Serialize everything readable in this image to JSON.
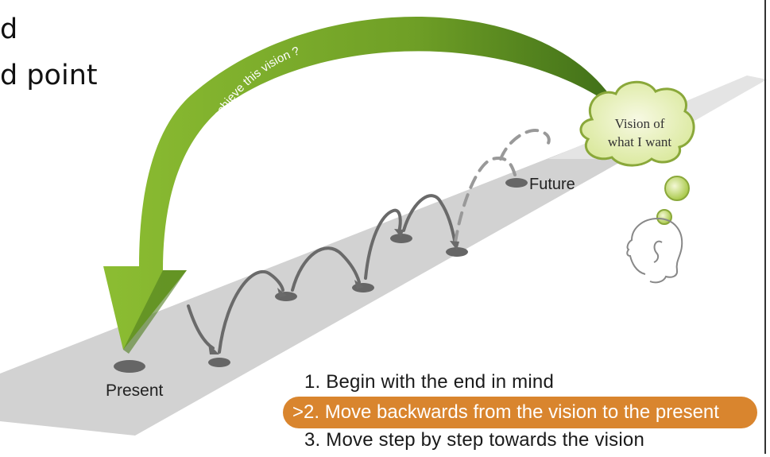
{
  "corner_text": {
    "line1": "d",
    "line2": "d point"
  },
  "diagram": {
    "arrow_text": "What do I do today to achieve this vision ?",
    "cloud_line1": "Vision of",
    "cloud_line2": "what I want",
    "present_label": "Present",
    "future_label": "Future"
  },
  "steps": {
    "step1": "1. Begin with the end in mind",
    "step2": ">2. Move backwards from the vision to the present",
    "step3": "3. Move step by step towards the vision"
  },
  "colors": {
    "arrow_green": "#7aab2a",
    "arrow_dark_green": "#3f6e18",
    "road_gray": "#cfcfcf",
    "highlight_orange": "#d9852e",
    "cloud_fill": "#eef3c9"
  }
}
